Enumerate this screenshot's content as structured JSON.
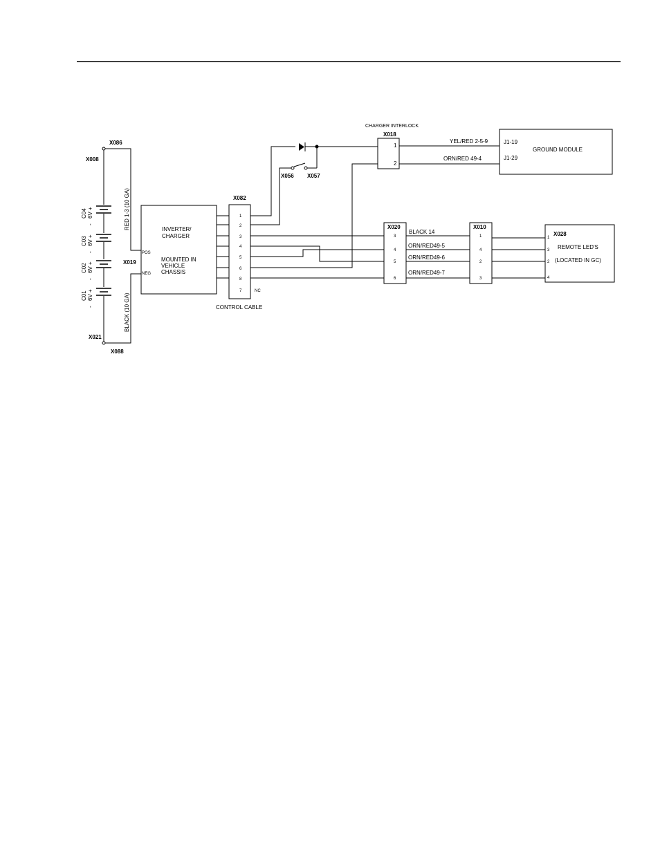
{
  "charger_interlock": {
    "title": "CHARGER INTERLOCK",
    "id": "X018",
    "pin1": "1",
    "pin2": "2"
  },
  "ground_module": {
    "label": "GROUND MODULE",
    "pin_top": "J1-19",
    "pin_bottom": "J1-29"
  },
  "wires": {
    "yel_red": "YEL/RED  2-5-9",
    "orn_red_49_4": "ORN/RED  49-4",
    "black_14": "BLACK 14",
    "orn_red_49_5": "ORN/RED49-5",
    "orn_red_49_6": "ORN/RED49-6",
    "orn_red_49_7": "ORN/RED49-7"
  },
  "switch": {
    "left": "X056",
    "right": "X057"
  },
  "battery": {
    "top_node": "X086",
    "top_left": "X008",
    "mid": "X019",
    "bottom_left": "X021",
    "bottom_node": "X088",
    "red_cable": "RED  1-3  (10 GA)",
    "black_cable": "BLACK  (10 GA)",
    "cells": [
      {
        "name": "C04",
        "volt": "6V +",
        "minus": "-"
      },
      {
        "name": "C03",
        "volt": "6V +",
        "minus": "-"
      },
      {
        "name": "C02",
        "volt": "6V +",
        "minus": "-"
      },
      {
        "name": "C01",
        "volt": "6V +",
        "minus": "-"
      }
    ]
  },
  "inverter": {
    "line1": "INVERTER/",
    "line2": "CHARGER",
    "line3": "MOUNTED IN",
    "line4": "VEHICLE",
    "line5": "CHASSIS",
    "pos": "POS",
    "neg": "NEG"
  },
  "x082": {
    "id": "X082",
    "pins": [
      "1",
      "2",
      "3",
      "4",
      "5",
      "6",
      "8",
      "7"
    ],
    "nc": "NC",
    "caption": "CONTROL CABLE"
  },
  "x020": {
    "id": "X020",
    "pins": [
      "3",
      "4",
      "5",
      "6"
    ]
  },
  "x010": {
    "id": "X010",
    "pins": [
      "1",
      "4",
      "2",
      "3"
    ]
  },
  "x028": {
    "id": "X028",
    "line1": "REMOTE LED'S",
    "line2": "(LOCATED IN GC)",
    "pins": [
      "1",
      "3",
      "2",
      "4"
    ]
  }
}
